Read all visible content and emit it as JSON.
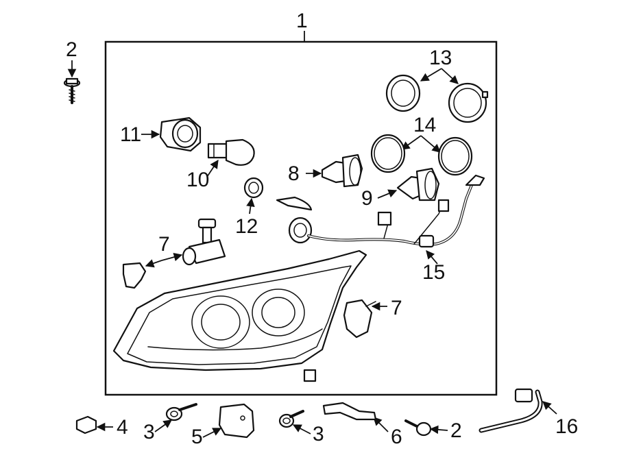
{
  "diagram": {
    "callouts": {
      "c1": "1",
      "c2_top": "2",
      "c2_bottom": "2",
      "c3_left": "3",
      "c3_right": "3",
      "c4": "4",
      "c5": "5",
      "c6": "6",
      "c7_left": "7",
      "c7_right": "7",
      "c8": "8",
      "c9": "9",
      "c10": "10",
      "c11": "11",
      "c12": "12",
      "c13": "13",
      "c14": "14",
      "c15": "15",
      "c16": "16"
    }
  }
}
